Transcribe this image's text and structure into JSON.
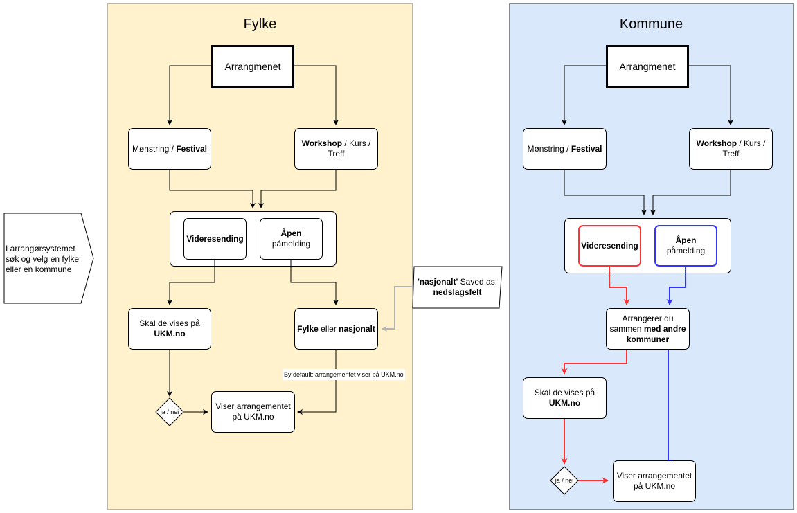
{
  "start": {
    "line1": "I arrangørsystemet",
    "line2": "søk og velg en fylke",
    "line3": "eller en kommune"
  },
  "fylke": {
    "title": "Fylke",
    "arrangement": "Arrangmenet",
    "monstring_a": "Mønstring / ",
    "monstring_b": "Festival",
    "workshop_a": "Workshop",
    "workshop_b": " / Kurs /",
    "workshop_c": "Treff",
    "videresending": "Videresending",
    "apen_a": "Åpen",
    "apen_b": "påmelding",
    "skal_a": "Skal de vises på",
    "skal_b": "UKM.no",
    "fylke_a": "Fylke",
    "fylke_b": " eller ",
    "fylke_c": "nasjonalt",
    "default_label": "By default: arrangementet viser på UKM.no",
    "diamond": "ja / nei",
    "viser_a": "Viser arrangementet",
    "viser_b": "på UKM.no"
  },
  "note": {
    "a": "'nasjonalt'",
    "b": " Saved as:",
    "c": "nedslagsfelt"
  },
  "kommune": {
    "title": "Kommune",
    "arrangement": "Arrangmenet",
    "monstring_a": "Mønstring / ",
    "monstring_b": "Festival",
    "workshop_a": "Workshop",
    "workshop_b": " / Kurs /",
    "workshop_c": "Treff",
    "videresending": "Videresending",
    "apen_a": "Åpen",
    "apen_b": "påmelding",
    "arr_a": "Arrangerer du",
    "arr_b": "sammen ",
    "arr_c": "med andre",
    "arr_d": "kommuner",
    "skal_a": "Skal de vises på",
    "skal_b": "UKM.no",
    "diamond": "ja / nei",
    "viser_a": "Viser arrangementet",
    "viser_b": "på UKM.no"
  },
  "colors": {
    "fylke_lane": "#fff2cc",
    "kommune_lane": "#dae8fc",
    "red": "#ff3333",
    "blue": "#3333ff",
    "note_arrow": "#b3b3b3"
  }
}
